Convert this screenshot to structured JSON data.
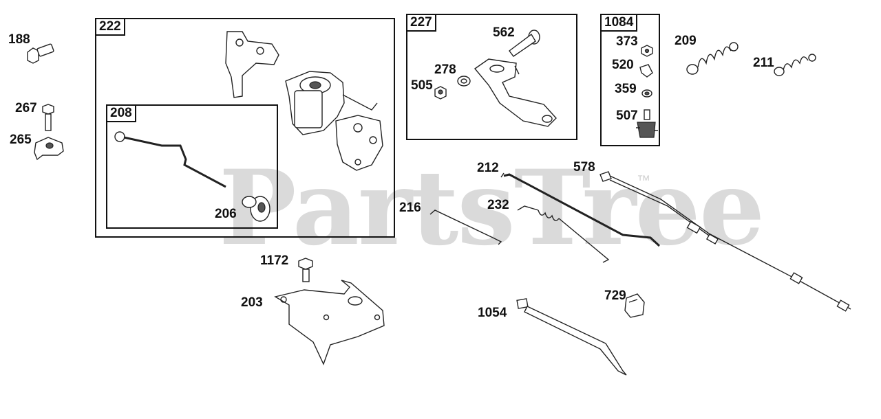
{
  "watermark": {
    "text": "PartsTree",
    "trademark": "™"
  },
  "groups": [
    {
      "id": "222",
      "tag": "222"
    },
    {
      "id": "208",
      "tag": "208"
    },
    {
      "id": "227",
      "tag": "227"
    },
    {
      "id": "1084",
      "tag": "1084"
    }
  ],
  "parts": {
    "p188": "188",
    "p267": "267",
    "p265": "265",
    "p206": "206",
    "p562": "562",
    "p278": "278",
    "p505": "505",
    "p373": "373",
    "p520": "520",
    "p359": "359",
    "p507": "507",
    "p209": "209",
    "p211": "211",
    "p212": "212",
    "p578": "578",
    "p216": "216",
    "p232": "232",
    "p1172": "1172",
    "p203": "203",
    "p729": "729",
    "p1054": "1054"
  },
  "colors": {
    "line": "#222222",
    "watermark": "#969696"
  }
}
